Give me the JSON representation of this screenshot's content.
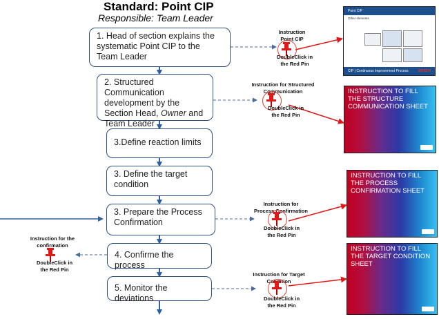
{
  "header": {
    "title": "Standard: Point CIP",
    "subtitle": "Responsible: Team Leader"
  },
  "steps": [
    {
      "text": "1. Head of section explains the systematic Point CIP to the Team Leader"
    },
    {
      "pre": "2. Structured Communication development by the Section Head, ",
      "em": "Owner",
      "post": " and Team Leader"
    },
    {
      "text": "3.Define reaction limits"
    },
    {
      "text": "3. Define the target condition"
    },
    {
      "text": "3. Prepare the Process Confirmation"
    },
    {
      "text": "4. Confirme the process"
    },
    {
      "text": "5. Monitor the deviations"
    }
  ],
  "instructions": [
    {
      "title": "Instruction Point CIP",
      "action": "DoubleClick in the Red Pin"
    },
    {
      "title": "Instruction for Structured Communication",
      "action": "DoubleClick in the Red Pin"
    },
    {
      "title": "Instruction for Process Confirmation",
      "action": "DoubleClick in the Red Pin"
    },
    {
      "title": "Instruction for the confirmation",
      "action": "DoubleClick in the Red Pin"
    },
    {
      "title": "Instruction for Target Condition",
      "action": "DoubleClick in the Red Pin"
    }
  ],
  "thumbnails": [
    {
      "heading": "Point CIP",
      "subheading": "Other elements",
      "footer": "CIP | Continuous Improvement Process",
      "brand": "BOSCH"
    },
    {
      "text": "INSTRUCTION TO FILL THE STRUCTURE COMMUNICATION SHEET"
    },
    {
      "text": "INSTRUCTION TO FILL THE PROCESS CONFIRMATION SHEET"
    },
    {
      "text": "INSTRUCTION TO FILL THE TARGET CONDITION SHEET"
    }
  ],
  "colors": {
    "box_border": "#2f4f7f",
    "flow_arrow": "#2f5f9f",
    "dashed_connector": "#4a6a9a",
    "red_arrow": "#e01818",
    "pin_red": "#e01818",
    "slide_blue": "#1c4f8c"
  },
  "icons": [
    "red-pin-icon"
  ]
}
